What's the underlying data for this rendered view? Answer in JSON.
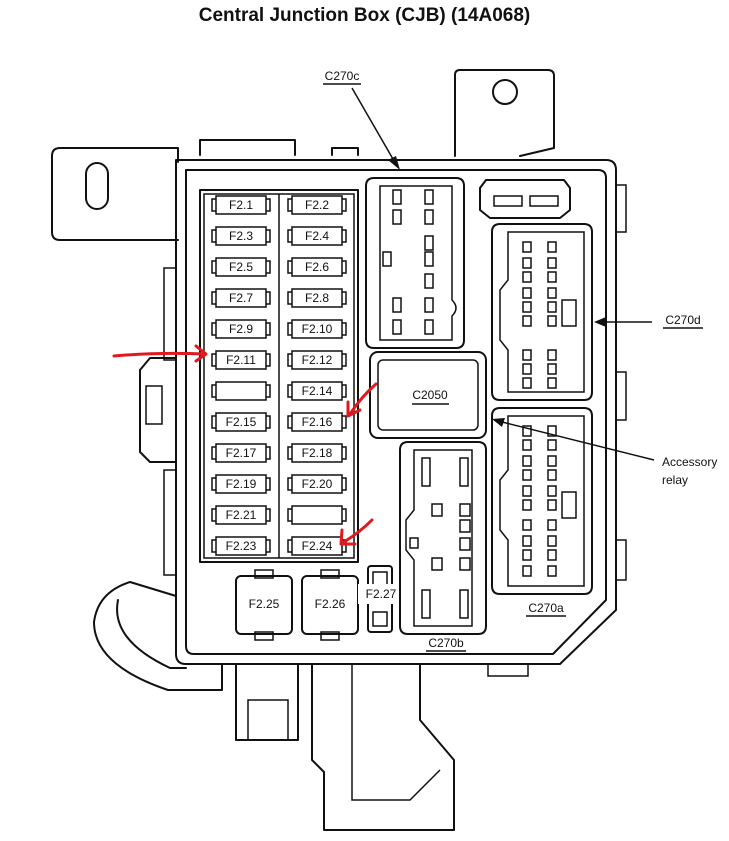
{
  "title": "Central Junction Box (CJB) (14A068)",
  "fuses": {
    "left": [
      "F2.1",
      "F2.3",
      "F2.5",
      "F2.7",
      "F2.9",
      "F2.11",
      "",
      "F2.15",
      "F2.17",
      "F2.19",
      "F2.21",
      "F2.23"
    ],
    "right": [
      "F2.2",
      "F2.4",
      "F2.6",
      "F2.8",
      "F2.10",
      "F2.12",
      "F2.14",
      "F2.16",
      "F2.18",
      "F2.20",
      "",
      "F2.24"
    ]
  },
  "maxi_fuses": [
    "F2.25",
    "F2.26"
  ],
  "mini_fuse": "F2.27",
  "relay_label": "C2050",
  "connectors": {
    "c270c": "C270c",
    "c270d": "C270d",
    "c270a": "C270a",
    "c270b": "C270b"
  },
  "callouts": {
    "accessory_relay_line1": "Accessory",
    "accessory_relay_line2": "relay"
  },
  "annotation_color": "#e0191f",
  "line_color": "#111111"
}
